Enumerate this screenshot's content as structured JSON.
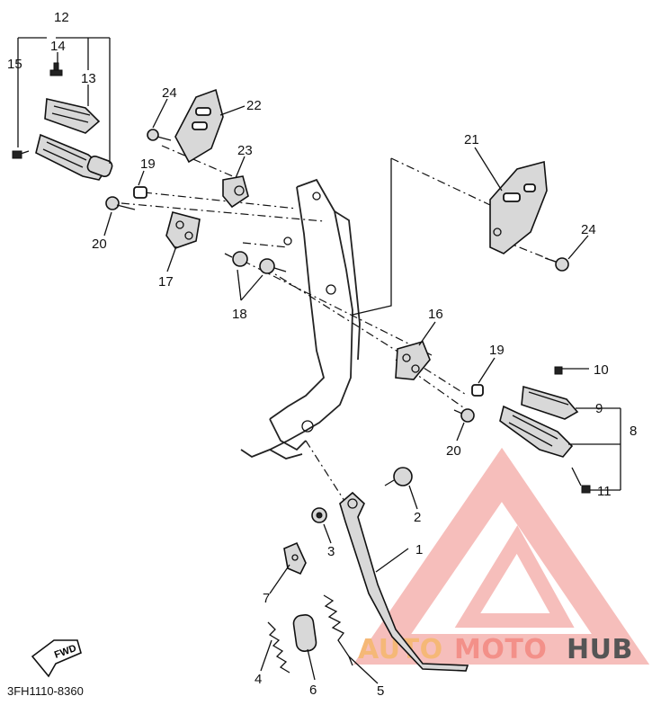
{
  "diagram_code": "3FH1110-8360",
  "direction_arrow_label": "FWD",
  "callouts": [
    "1",
    "2",
    "3",
    "4",
    "5",
    "6",
    "7",
    "8",
    "9",
    "10",
    "11",
    "12",
    "13",
    "14",
    "15",
    "16",
    "17",
    "18",
    "19",
    "19",
    "20",
    "20",
    "21",
    "22",
    "23",
    "24",
    "24"
  ],
  "watermark": {
    "text_part1": "AUTO",
    "text_part2": "MOTO",
    "text_part3": "HUB",
    "colors": {
      "auto": "#f5b877",
      "moto": "#f39089",
      "hub": "#555555",
      "logo": "#f08a84"
    }
  }
}
